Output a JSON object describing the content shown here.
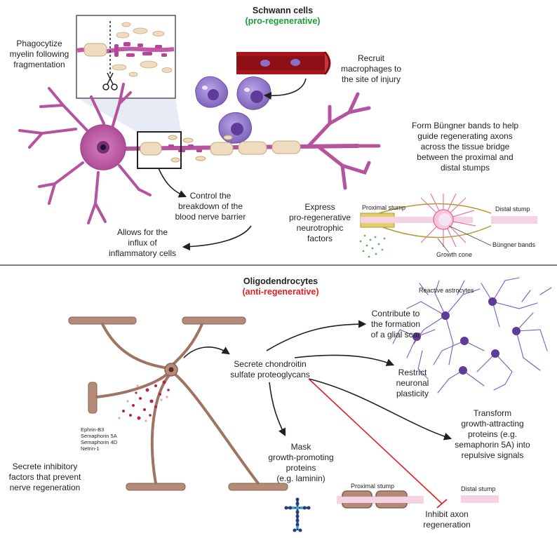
{
  "schwann": {
    "title": "Schwann cells",
    "subtitle": "(pro-regenerative)",
    "subtitle_color": "#1a9e3a",
    "phagocytize": [
      "Phagocytize",
      "myelin following",
      "fragmentation"
    ],
    "recruit": [
      "Recruit",
      "macrophages to",
      "the site of injury"
    ],
    "bungner_form": [
      "Form Büngner bands to help",
      "guide regenerating axons",
      "across the tissue bridge",
      "between the proximal and",
      "distal stumps"
    ],
    "control": [
      "Control the",
      "breakdown of the",
      "blood nerve barrier"
    ],
    "allows": [
      "Allows for the",
      "influx of",
      "inflammatory cells"
    ],
    "express": [
      "Express",
      "pro-regenerative",
      "neurotrophic",
      "factors"
    ],
    "proximal_stump": "Proximal stump",
    "distal_stump": "Distal stump",
    "bungner_bands": "Büngner bands",
    "growth_cone": "Growth cone"
  },
  "oligo": {
    "title": "Oligodendrocytes",
    "subtitle": "(anti-regenerative)",
    "subtitle_color": "#e02020",
    "reactive_astrocytes": "Reactive astrocytes",
    "contribute": [
      "Contribute to",
      "the formation",
      "of a glial scar"
    ],
    "secrete_cspg": [
      "Secrete chondroitin",
      "sulfate proteoglycans"
    ],
    "restrict": [
      "Restrict",
      "neuronal",
      "plasticity"
    ],
    "transform": [
      "Transform",
      "growth-attracting",
      "proteins (e.g.",
      "semaphorin 5A) into",
      "repulsive signals"
    ],
    "factors": [
      "Ephrin-B3",
      "Semaphorin 5A",
      "Semaphorin 4D",
      "Netrin-1"
    ],
    "mask": [
      "Mask",
      "growth-promoting",
      "proteins",
      "(e.g. laminin)"
    ],
    "secrete_inhibitory": [
      "Secrete inhibitory",
      "factors that prevent",
      "nerve regeneration"
    ],
    "proximal_stump": "Proximal stump",
    "distal_stump": "Distal stump",
    "inhibit": [
      "Inhibit axon",
      "regeneration"
    ]
  },
  "colors": {
    "neuron": "#b5539e",
    "neuron_light": "#c97bb6",
    "macrophage": "#8a6fc4",
    "vessel": "#a8141c",
    "oligo_body": "#b38b78",
    "astrocyte": "#7b5cc0",
    "inhibit_line": "#e02020"
  }
}
